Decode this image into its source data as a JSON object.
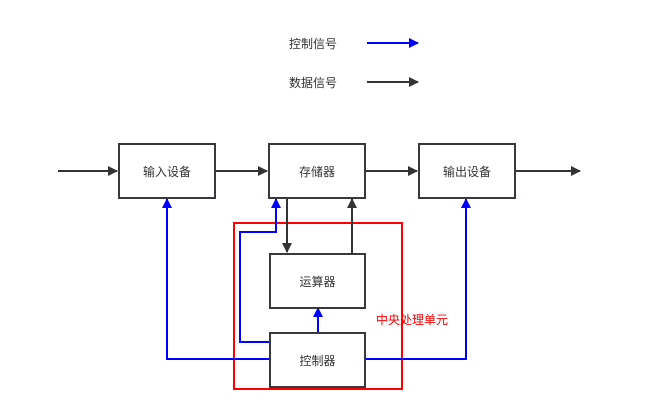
{
  "legend": {
    "control": {
      "label": "控制信号",
      "color": "#0000ff"
    },
    "data": {
      "label": "数据信号",
      "color": "#333333"
    }
  },
  "boxes": {
    "input": "输入设备",
    "memory": "存储器",
    "output": "输出设备",
    "alu": "运算器",
    "controller": "控制器"
  },
  "group": {
    "label": "中央处理单元",
    "color": "#ff0000"
  },
  "colors": {
    "control": "#0000ff",
    "data": "#333333",
    "border": "#36393d",
    "group": "#ff0000"
  }
}
